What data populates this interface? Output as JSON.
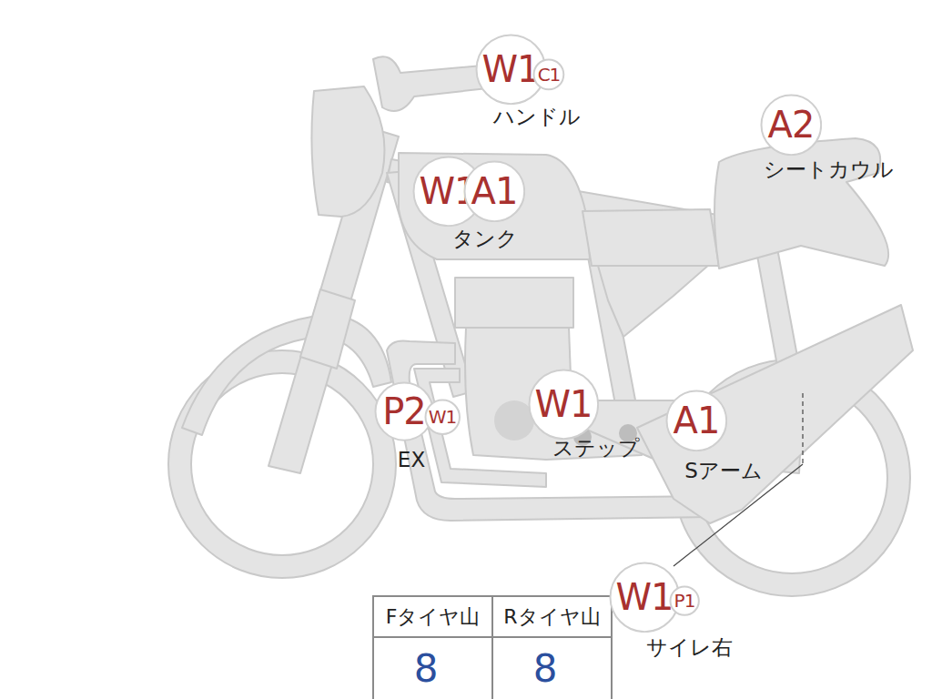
{
  "diagram": {
    "nodes": [
      {
        "text": [
          "W1"
        ]
      },
      {
        "text": [
          "C1"
        ]
      },
      {
        "text": [
          "A2"
        ]
      },
      {
        "text": [
          "W1"
        ]
      },
      {
        "text": [
          "A1"
        ]
      },
      {
        "text": [
          "P2"
        ]
      },
      {
        "text": [
          "W1"
        ]
      },
      {
        "text": [
          "W1"
        ]
      },
      {
        "text": [
          "A1"
        ]
      },
      {
        "text": [
          "W1"
        ]
      },
      {
        "text": [
          "P1"
        ]
      }
    ],
    "labels": [
      "ハンドル",
      "シートカウル",
      "タンク",
      "EX",
      "ステップ",
      "Sアーム",
      "サイレ右",
      "Fタイヤ山",
      "Rタイヤ山",
      "8",
      "8"
    ]
  }
}
